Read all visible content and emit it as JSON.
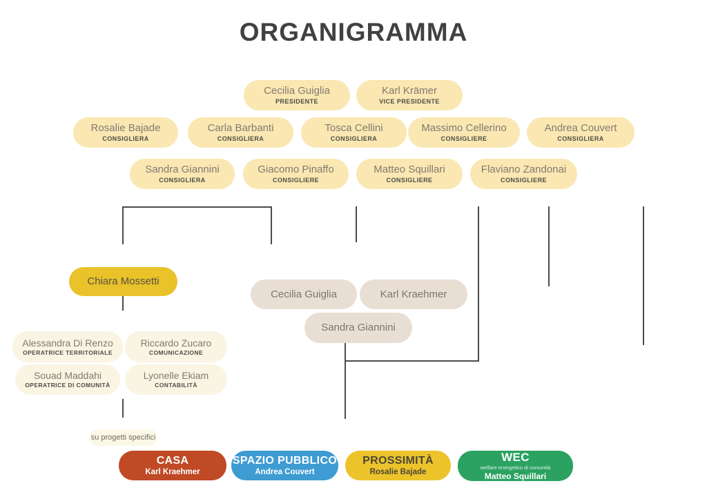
{
  "title": "ORGANIGRAMMA",
  "palette": {
    "cream": "#FAE7B2",
    "gold": "#EAC229",
    "greige": "#E9DED4",
    "paper": "#FAF4E3",
    "note_bg": "#FCF8E7",
    "project_red": "#C04A26",
    "project_blue": "#3E9CD2",
    "project_yellow": "#ECC32B",
    "project_green": "#2BA261",
    "line": "#4B4B4B",
    "title_color": "#414042"
  },
  "org": {
    "executives": [
      {
        "name": "Cecilia Guiglia",
        "role": "PRESIDENTE"
      },
      {
        "name": "Karl Krämer",
        "role": "VICE PRESIDENTE"
      }
    ],
    "board_row1": [
      {
        "name": "Rosalie Bajade",
        "role": "CONSIGLIERA"
      },
      {
        "name": "Carla Barbanti",
        "role": "CONSIGLIERA"
      },
      {
        "name": "Tosca Cellini",
        "role": "CONSIGLIERA"
      },
      {
        "name": "Massimo Cellerino",
        "role": "CONSIGLIERE"
      },
      {
        "name": "Andrea Couvert",
        "role": "CONSIGLIERA"
      }
    ],
    "board_row2": [
      {
        "name": "Sandra Giannini",
        "role": "CONSIGLIERA"
      },
      {
        "name": "Giacomo Pinaffo",
        "role": "CONSIGLIERE"
      },
      {
        "name": "Matteo Squillari",
        "role": "CONSIGLIERE"
      },
      {
        "name": "Flaviano Zandonai",
        "role": "CONSIGLIERE"
      }
    ],
    "coordinator": {
      "name": "Chiara Mossetti"
    },
    "direction": [
      {
        "name": "Cecilia Guiglia"
      },
      {
        "name": "Karl Kraehmer"
      },
      {
        "name": "Sandra Giannini"
      }
    ],
    "staff": [
      {
        "name": "Alessandra Di Renzo",
        "role": "OPERATRICE TERRITORIALE"
      },
      {
        "name": "Riccardo Zucaro",
        "role": "COMUNICAZIONE"
      },
      {
        "name": "Souad Maddahi",
        "role": "OPERATRICE DI COMUNITÀ"
      },
      {
        "name": "Lyonelle Ekiam",
        "role": "CONTABILITÀ"
      }
    ],
    "note": "su progetti specifici",
    "projects": [
      {
        "title": "CASA",
        "lead": "Karl Kraehmer"
      },
      {
        "title": "SPAZIO PUBBLICO",
        "lead": "Andrea Couvert"
      },
      {
        "title": "PROSSIMITÀ",
        "lead": "Rosalie Bajade"
      },
      {
        "title": "WEC",
        "subtitle": "welfare energetico di comunità",
        "lead": "Matteo Squillari"
      }
    ]
  }
}
